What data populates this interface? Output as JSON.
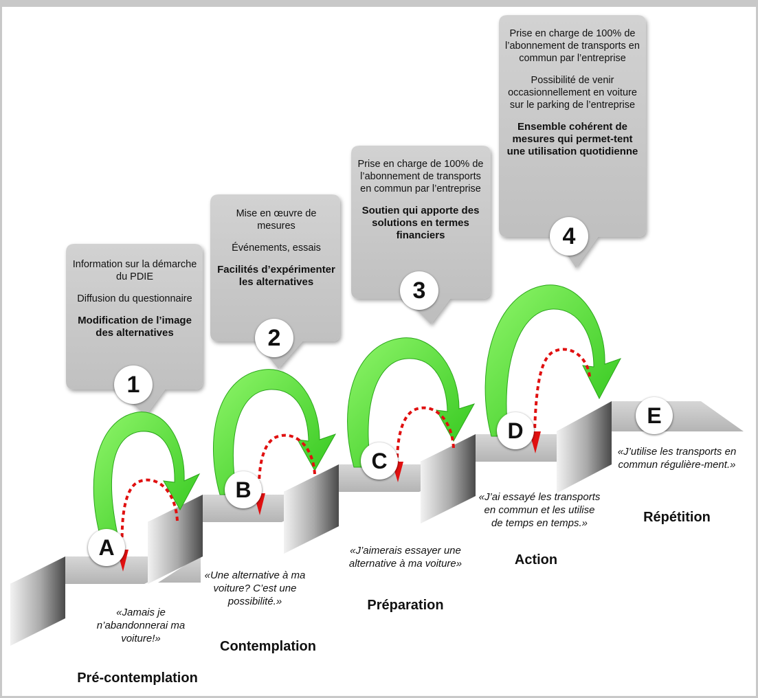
{
  "callouts": [
    {
      "number": "1",
      "lines": [
        "Information sur la démarche du PDIE",
        "Diffusion du questionnaire"
      ],
      "bold": "Modification de l’image des alternatives"
    },
    {
      "number": "2",
      "lines": [
        "Mise en œuvre de mesures",
        "Événements, essais"
      ],
      "bold": "Facilités d’expérimenter les alternatives"
    },
    {
      "number": "3",
      "lines": [
        "Prise en charge de 100% de l’abonnement de transports en commun par l’entreprise"
      ],
      "bold": "Soutien qui apporte des solutions en termes financiers"
    },
    {
      "number": "4",
      "lines": [
        "Prise en charge de 100% de l’abonnement de transports en commun par l’entreprise",
        "Possibilité de venir occasionnellement en voiture sur le parking de l’entreprise"
      ],
      "bold": "Ensemble cohérent de mesures qui permet-tent une utilisation quotidienne"
    }
  ],
  "stages": [
    {
      "letter": "A",
      "quote": "«Jamais je n’abandonnerai ma voiture!»",
      "name": "Pré-contemplation"
    },
    {
      "letter": "B",
      "quote": "«Une alternative à ma voiture? C’est une possibilité.»",
      "name": "Contemplation"
    },
    {
      "letter": "C",
      "quote": "«J’aimerais essayer une alternative à ma voiture»",
      "name": "Préparation"
    },
    {
      "letter": "D",
      "quote": "«J’ai essayé les transports en commun et les utilise de temps en temps.»",
      "name": "Action"
    },
    {
      "letter": "E",
      "quote": "«J’utilise les transports en commun régulière-ment.»",
      "name": "Répétition"
    }
  ],
  "colors": {
    "forward_arrow": "#4bd62c",
    "relapse_arrow": "#e01010",
    "callout_fill": "#c9c9c9",
    "step_top": "#c4c4c4"
  }
}
